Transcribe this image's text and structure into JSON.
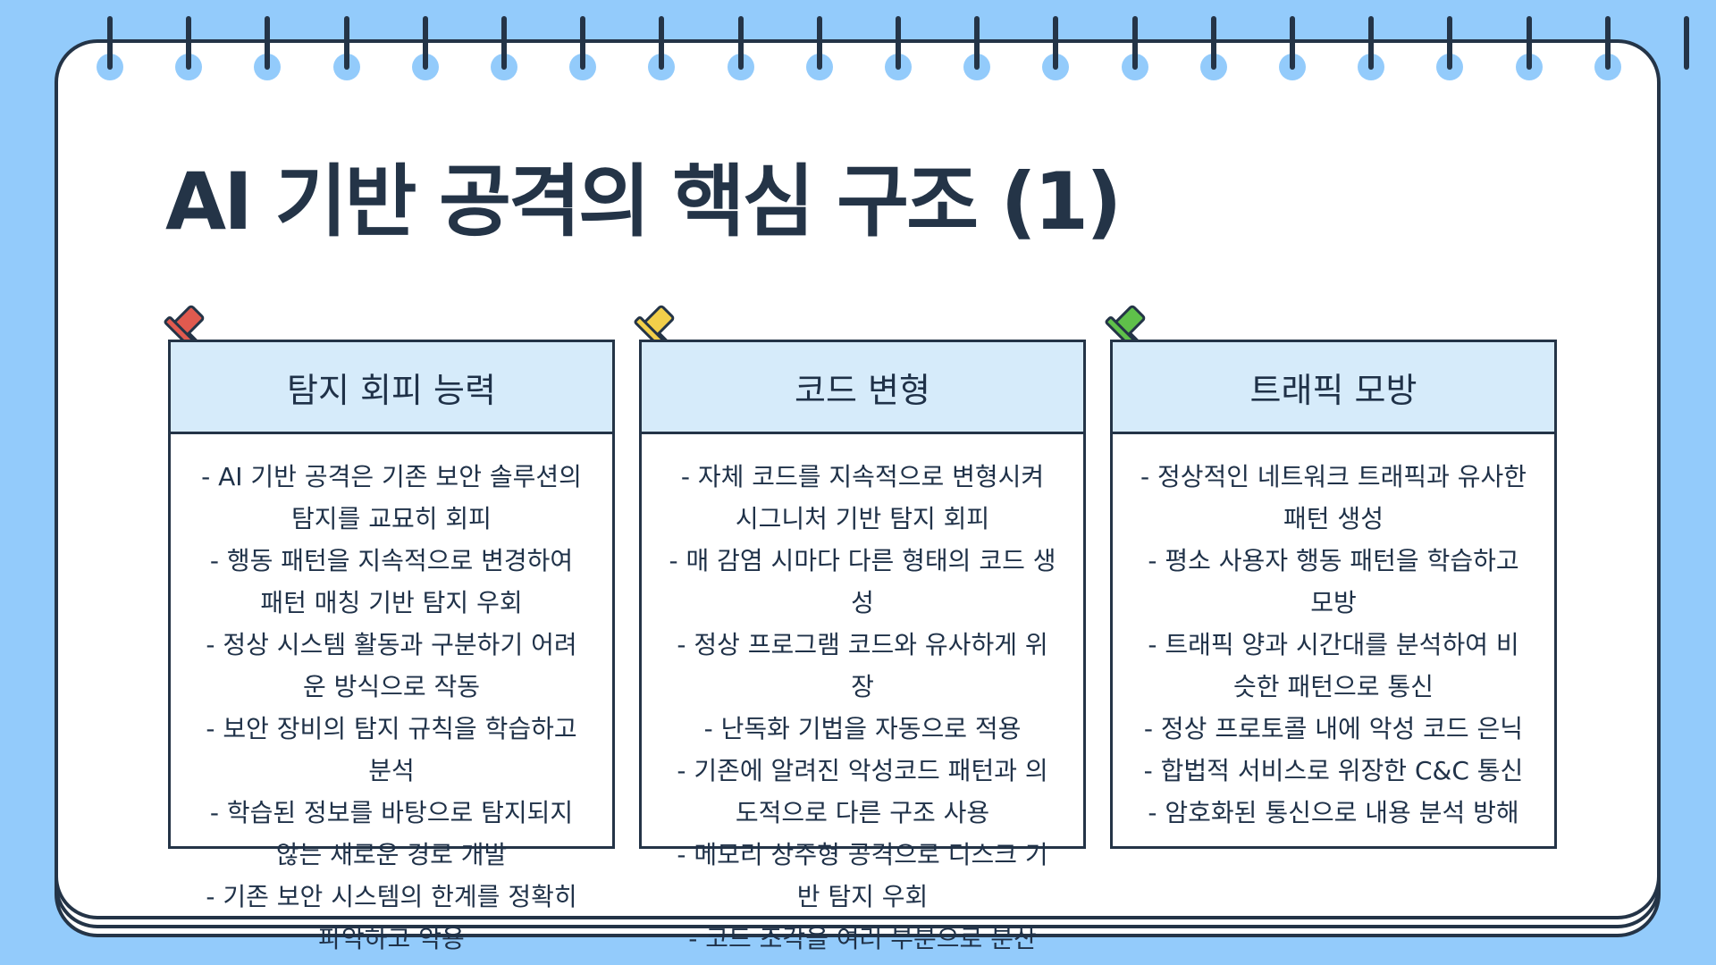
{
  "title": "AI 기반 공격의 핵심 구조 (1)",
  "colors": {
    "background": "#93cbfb",
    "card_header": "#d6ebfa",
    "outline": "#243447",
    "pin_red": "#e05a4f",
    "pin_yellow": "#f2cf4a",
    "pin_green": "#5fc04a"
  },
  "cards": [
    {
      "heading": "탐지 회피 능력",
      "pin_color": "red",
      "items": [
        "- AI 기반 공격은 기존 보안 솔루션의 탐지를 교묘히 회피",
        "- 행동 패턴을 지속적으로 변경하여 패턴 매칭 기반 탐지 우회",
        "- 정상 시스템 활동과 구분하기 어려운 방식으로 작동",
        "- 보안 장비의 탐지 규칙을 학습하고 분석",
        "- 학습된 정보를 바탕으로 탐지되지 않는 새로운 경로 개발",
        "- 기존 보안 시스템의 한계를 정확히 파악하고 악용"
      ]
    },
    {
      "heading": "코드 변형",
      "pin_color": "yellow",
      "items": [
        "- 자체 코드를 지속적으로 변형시켜 시그니처 기반 탐지 회피",
        "- 매 감염 시마다 다른 형태의 코드 생성",
        "- 정상 프로그램 코드와 유사하게 위장",
        "- 난독화 기법을 자동으로 적용",
        "- 기존에 알려진 악성코드 패턴과 의도적으로 다른 구조 사용",
        "- 메모리 상주형 공격으로 디스크 기반 탐지 우회",
        "- 코드 조각을 여러 부분으로 분산"
      ]
    },
    {
      "heading": "트래픽 모방",
      "pin_color": "green",
      "items": [
        "- 정상적인 네트워크 트래픽과 유사한 패턴 생성",
        "- 평소 사용자 행동 패턴을 학습하고 모방",
        "- 트래픽 양과 시간대를 분석하여 비슷한 패턴으로 통신",
        "- 정상 프로토콜 내에 악성 코드 은닉",
        "- 합법적 서비스로 위장한 C&C 통신",
        "- 암호화된 통신으로 내용 분석 방해"
      ]
    }
  ]
}
